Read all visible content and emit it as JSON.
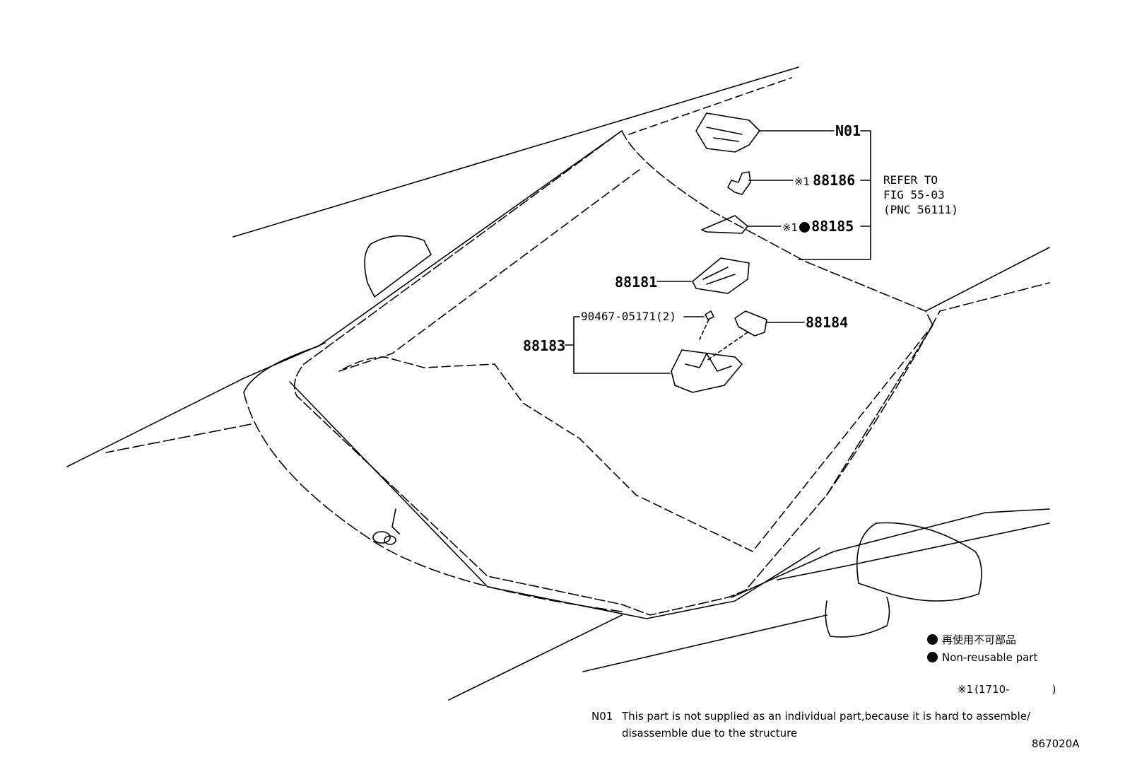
{
  "parts": {
    "n01": "N01",
    "p88186": "88186",
    "p88185": "88185",
    "p88181": "88181",
    "p88184": "88184",
    "p88183": "88183",
    "p90467": "90467-05171(2)"
  },
  "marks": {
    "m88186": "※1",
    "m88185": "※1"
  },
  "refer": {
    "line1": "REFER TO",
    "line2": "FIG 55-03",
    "line3": "(PNC 56111)"
  },
  "legend": {
    "jp": "再使用不可部品",
    "en": "Non-reusable part"
  },
  "footnote": {
    "range_mark": "※1",
    "range_open": "(1710-",
    "range_close": ")",
    "n01_key": "N01",
    "n01_line1": "This part is not supplied as an individual part,because it is hard to assemble/",
    "n01_line2": "disassemble due to the structure",
    "figure_code": "867020A"
  }
}
